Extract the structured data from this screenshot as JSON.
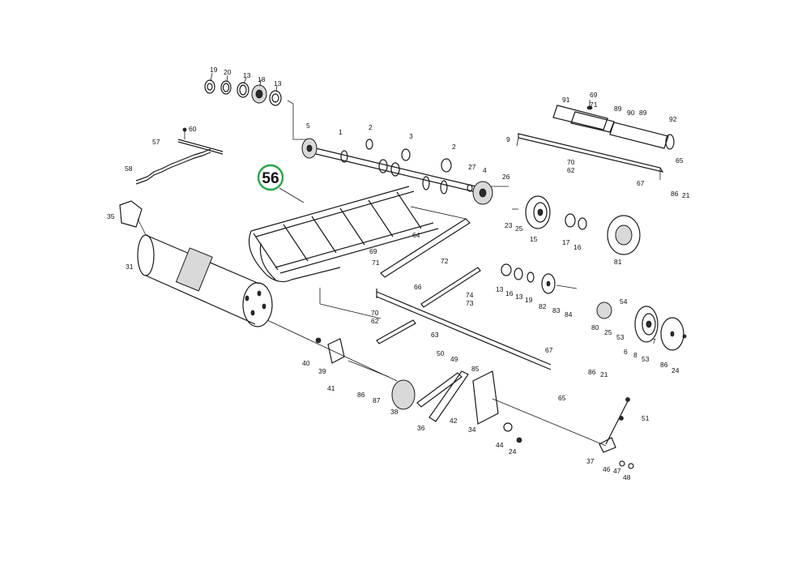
{
  "highlight": {
    "label": "56",
    "ring_color": "#2aa44a"
  },
  "labels": {
    "l1": "1",
    "l2a": "2",
    "l2b": "2",
    "l3": "3",
    "l4": "4",
    "l5": "5",
    "l6": "6",
    "l7": "7",
    "l8": "8",
    "l9": "9",
    "l13a": "13",
    "l13b": "13",
    "l13c": "13",
    "l13d": "13",
    "l15": "15",
    "l16a": "16",
    "l16b": "16",
    "l17": "17",
    "l18": "18",
    "l19a": "19",
    "l19b": "19",
    "l20": "20",
    "l21a": "21",
    "l21b": "21",
    "l23": "23",
    "l24a": "24",
    "l24b": "24",
    "l25a": "25",
    "l25b": "25",
    "l26": "26",
    "l27": "27",
    "l31": "31",
    "l34": "34",
    "l35": "35",
    "l36": "36",
    "l37": "37",
    "l38": "38",
    "l39": "39",
    "l40": "40",
    "l41": "41",
    "l42": "42",
    "l44": "44",
    "l46": "46",
    "l47": "47",
    "l48": "48",
    "l49": "49",
    "l50": "50",
    "l51": "51",
    "l53a": "53",
    "l53b": "53",
    "l54": "54",
    "l57": "57",
    "l58": "58",
    "l60": "60",
    "l62a": "62",
    "l62b": "62",
    "l63": "63",
    "l64": "64",
    "l65a": "65",
    "l65b": "65",
    "l66": "66",
    "l67a": "67",
    "l67b": "67",
    "l69a": "69",
    "l69b": "69",
    "l70a": "70",
    "l70b": "70",
    "l71a": "71",
    "l71b": "71",
    "l72": "72",
    "l73": "73",
    "l74": "74",
    "l80": "80",
    "l81": "81",
    "l82": "82",
    "l83": "83",
    "l84": "84",
    "l85": "85",
    "l86a": "86",
    "l86b": "86",
    "l86c": "86",
    "l86d": "86",
    "l87": "87",
    "l89a": "89",
    "l89b": "89",
    "l90": "90",
    "l91": "91",
    "l92": "92"
  }
}
